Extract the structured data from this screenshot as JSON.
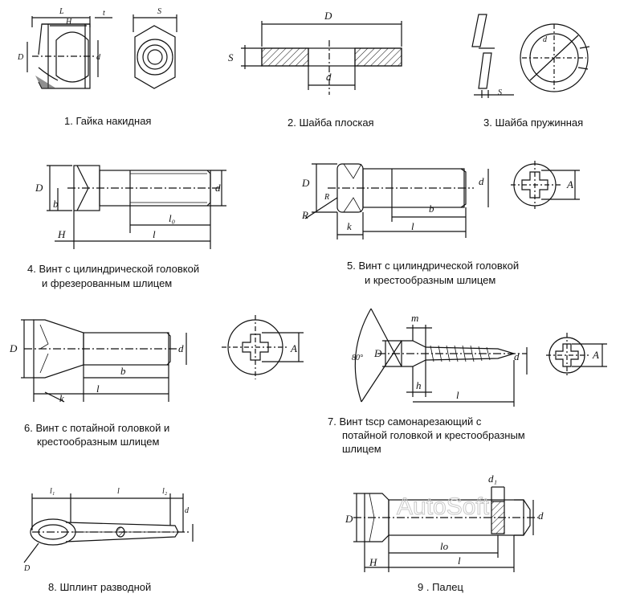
{
  "captions": {
    "c1": "1. Гайка накидная",
    "c2": "2. Шайба плоская",
    "c3": "3. Шайба пружинная",
    "c4a": "4. Винт с цилиндрической головкой",
    "c4b": "и фрезерованным шлицем",
    "c5a": "5. Винт с цилиндрической головкой",
    "c5b": "и крестообразным шлицем",
    "c6a": "6. Винт с потайной головкой и",
    "c6b": "крестообразным шлицем",
    "c7a": "7. Винт tscp самонарезающий с",
    "c7b": "потайной головкой и крестообразным",
    "c7c": "шлицем",
    "c8": "8. Шплинт разводной",
    "c9": "9 . Палец"
  },
  "labels": {
    "L": "L",
    "H": "H",
    "t": "t",
    "S": "S",
    "D": "D",
    "d": "d",
    "b": "b",
    "l0": "l₀",
    "l": "l",
    "R": "R",
    "k": "k",
    "A": "A",
    "m": "m",
    "h": "h",
    "deg80": "80°",
    "l1": "l₁",
    "l2": "l₂",
    "d1": "d₁",
    "lo": "lo",
    "d_in": "d",
    "D_in": "D"
  },
  "watermark": "AutoSoft"
}
